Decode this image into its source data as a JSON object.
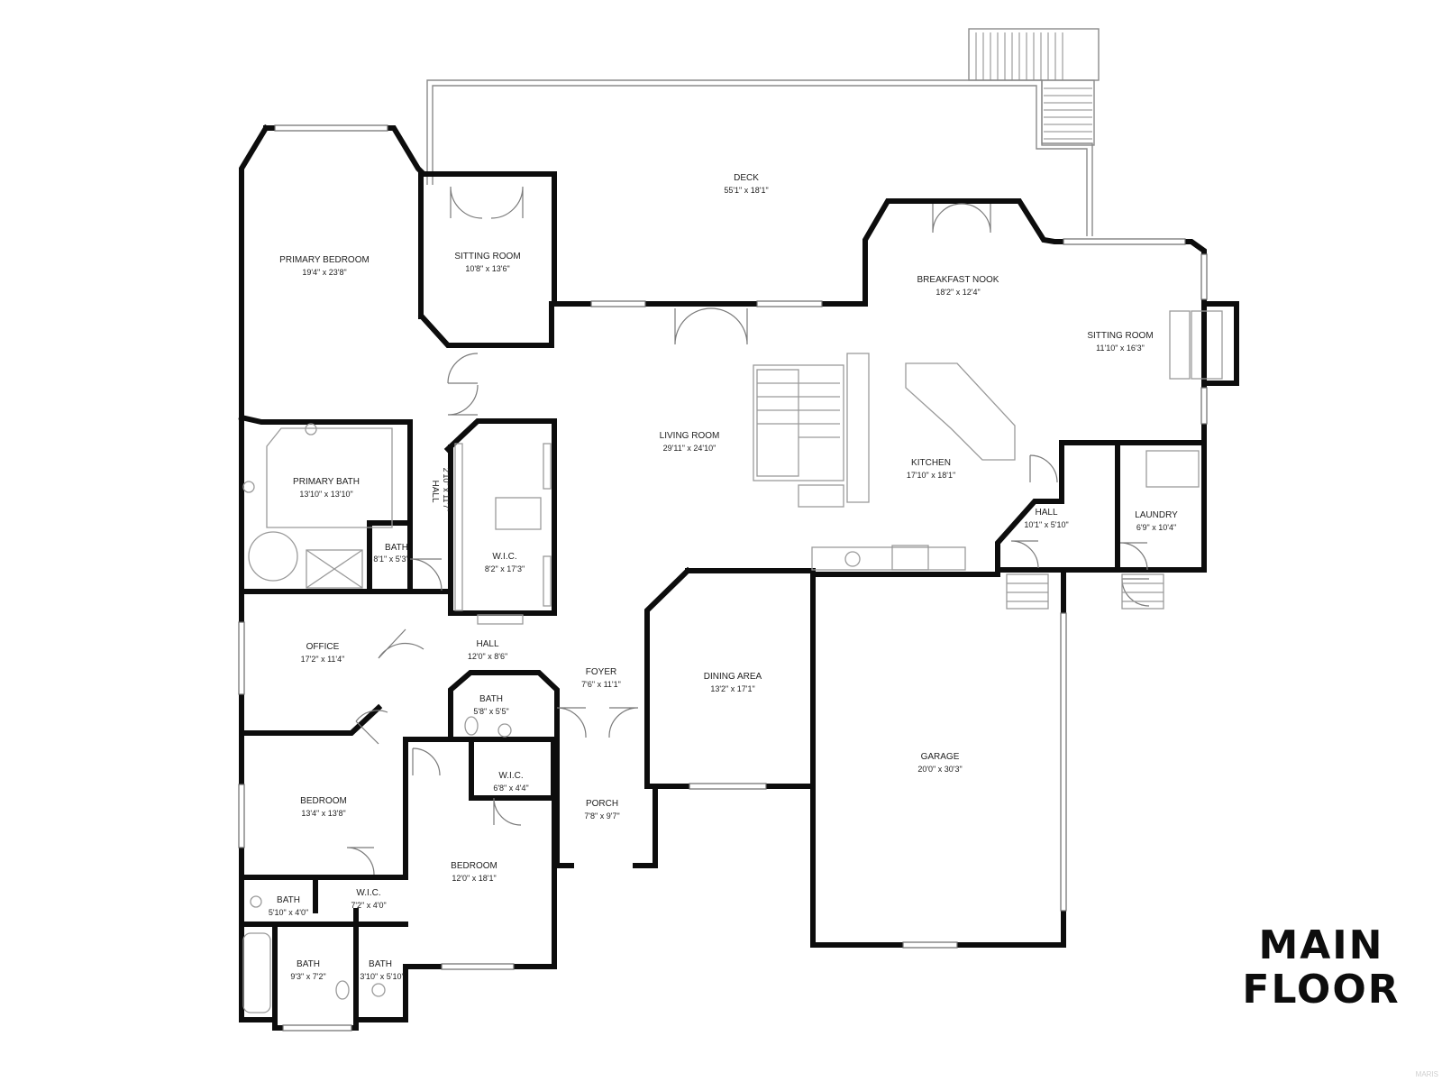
{
  "title_lines": [
    "MAIN",
    "FLOOR"
  ],
  "watermark": "MARIS",
  "rooms": {
    "deck": {
      "name": "DECK",
      "dim": "55'1\" x 18'1\""
    },
    "primary_bedroom": {
      "name": "PRIMARY BEDROOM",
      "dim": "19'4\" x 23'8\""
    },
    "sitting_room_1": {
      "name": "SITTING ROOM",
      "dim": "10'8\" x 13'6\""
    },
    "breakfast_nook": {
      "name": "BREAKFAST NOOK",
      "dim": "18'2\" x 12'4\""
    },
    "sitting_room_2": {
      "name": "SITTING ROOM",
      "dim": "11'10\" x 16'3\""
    },
    "living_room": {
      "name": "LIVING ROOM",
      "dim": "29'11\" x 24'10\""
    },
    "kitchen": {
      "name": "KITCHEN",
      "dim": "17'10\" x 18'1\""
    },
    "primary_bath": {
      "name": "PRIMARY BATH",
      "dim": "13'10\" x 13'10\""
    },
    "hall_vertical": {
      "name": "HALL",
      "dim": "2'10\" x 11'7\""
    },
    "bath_small": {
      "name": "BATH",
      "dim": "8'1\" x 5'3\""
    },
    "wic_primary": {
      "name": "W.I.C.",
      "dim": "8'2\" x 17'3\""
    },
    "hall_kitchen": {
      "name": "HALL",
      "dim": "10'1\" x 5'10\""
    },
    "laundry": {
      "name": "LAUNDRY",
      "dim": "6'9\" x 10'4\""
    },
    "office": {
      "name": "OFFICE",
      "dim": "17'2\" x 11'4\""
    },
    "hall_center": {
      "name": "HALL",
      "dim": "12'0\" x 8'6\""
    },
    "foyer": {
      "name": "FOYER",
      "dim": "7'6\" x 11'1\""
    },
    "dining_area": {
      "name": "DINING AREA",
      "dim": "13'2\" x 17'1\""
    },
    "bath_center": {
      "name": "BATH",
      "dim": "5'8\" x 5'5\""
    },
    "wic_center": {
      "name": "W.I.C.",
      "dim": "6'8\" x 4'4\""
    },
    "garage": {
      "name": "GARAGE",
      "dim": "20'0\" x 30'3\""
    },
    "bedroom_1": {
      "name": "BEDROOM",
      "dim": "13'4\" x 13'8\""
    },
    "porch": {
      "name": "PORCH",
      "dim": "7'8\" x 9'7\""
    },
    "bedroom_2": {
      "name": "BEDROOM",
      "dim": "12'0\" x 18'1\""
    },
    "bath_sw1": {
      "name": "BATH",
      "dim": "5'10\" x 4'0\""
    },
    "wic_sw": {
      "name": "W.I.C.",
      "dim": "7'2\" x 4'0\""
    },
    "bath_sw2": {
      "name": "BATH",
      "dim": "9'3\" x 7'2\""
    },
    "bath_sw3": {
      "name": "BATH",
      "dim": "3'10\" x 5'10\""
    }
  }
}
